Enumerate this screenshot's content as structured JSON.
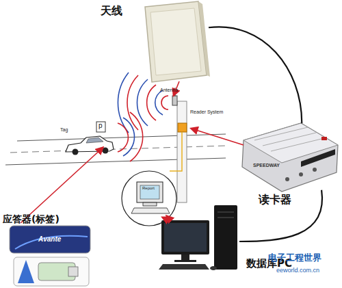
{
  "diagram": {
    "nodes": [
      {
        "text": [
          "天线"
        ]
      },
      {
        "text": [
          "读卡器"
        ]
      },
      {
        "text": [
          "数据库PC"
        ]
      },
      {
        "text": [
          "应答器(标签)"
        ]
      }
    ],
    "edges": [
      {
        "from": 0,
        "to": 1,
        "arrow": "none"
      },
      {
        "from": 1,
        "to": 2,
        "arrow": "none"
      }
    ],
    "labels": [
      "Antenna",
      "Tag",
      "Reader System",
      "p",
      "Report",
      "Avante",
      "SPEEDWAY",
      "电子工程世界",
      "eeworld.com.cn"
    ]
  }
}
